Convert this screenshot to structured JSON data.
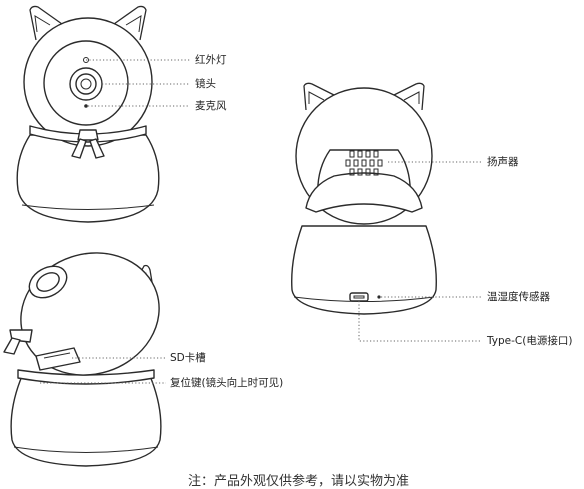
{
  "labels": {
    "ir_light": "红外灯",
    "lens": "镜头",
    "microphone": "麦克风",
    "speaker": "扬声器",
    "temp_humidity_sensor": "温湿度传感器",
    "type_c": "Type-C(电源接口)",
    "sd_slot": "SD卡槽",
    "reset_key": "复位键(镜头向上时可见)"
  },
  "note": "注：产品外观仅供参考，请以实物为准"
}
